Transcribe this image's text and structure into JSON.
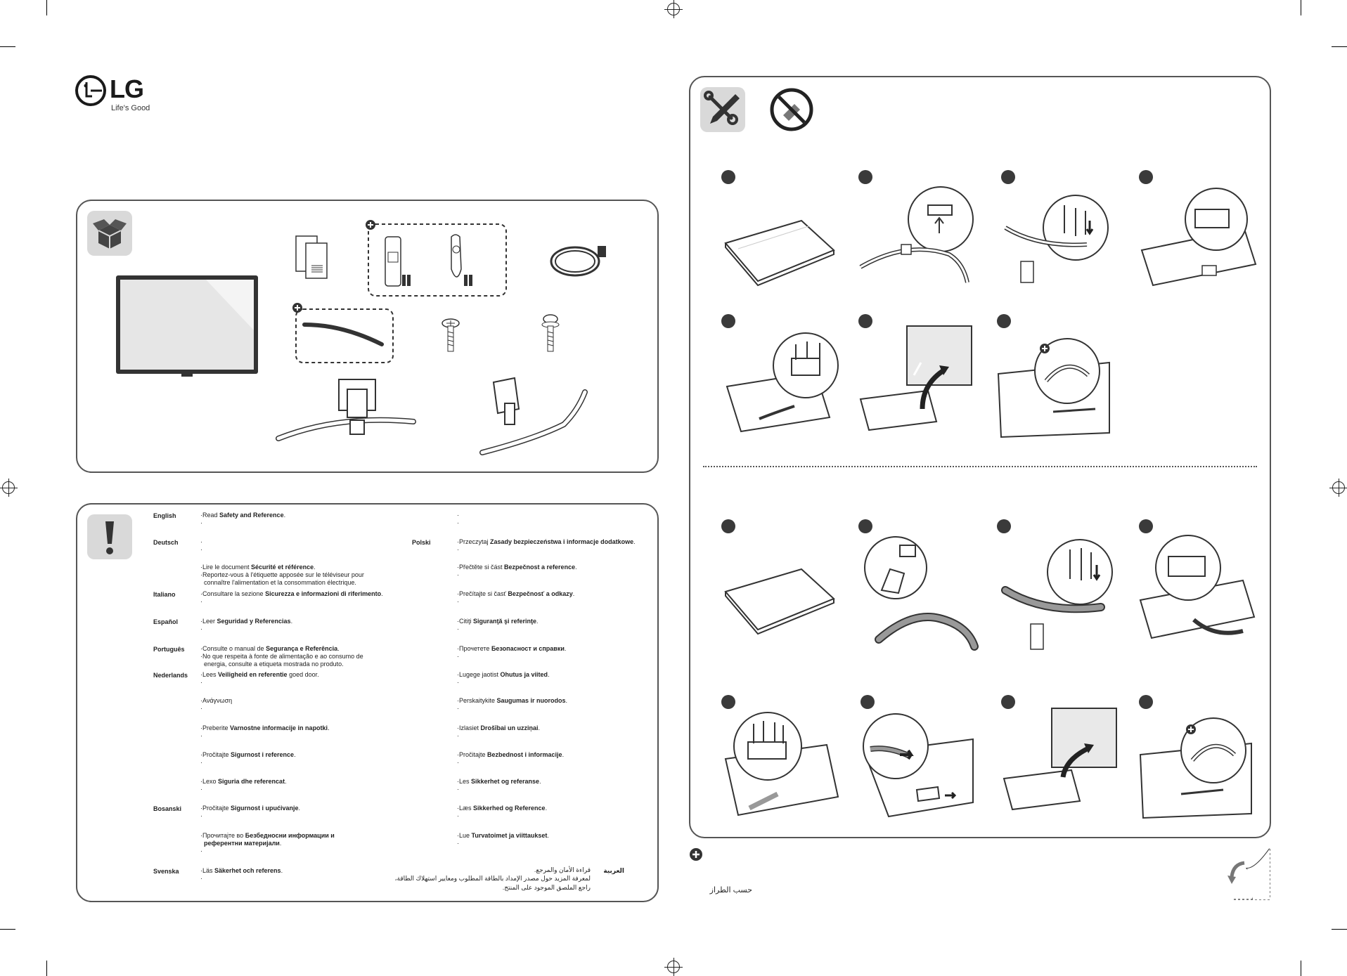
{
  "brand": {
    "name": "LG",
    "tagline": "Life's Good"
  },
  "icons": {
    "box": "box-unpack-icon",
    "warning": "exclamation-icon",
    "tools": "wrench-screwdriver-icon",
    "no_tool": "no-sharp-tool-icon",
    "plus": "plus-circle-icon",
    "page_turn": "page-turn-icon"
  },
  "assembly": {
    "section_a_steps": [
      "",
      "",
      "",
      "",
      "",
      "",
      ""
    ],
    "section_b_steps": [
      "",
      "",
      "",
      "",
      "",
      "",
      "",
      ""
    ]
  },
  "safety": {
    "left": [
      {
        "lang": "English",
        "lines": [
          [
            {
              "t": "Read "
            },
            {
              "t": "Safety and Reference",
              "b": true
            },
            {
              "t": "."
            }
          ],
          [
            {
              "t": ""
            }
          ]
        ]
      },
      {
        "lang": "Deutsch",
        "lines": [
          [
            {
              "t": ""
            }
          ],
          [
            {
              "t": ""
            }
          ]
        ]
      },
      {
        "lang": "",
        "lines": [
          [
            {
              "t": "Lire le document "
            },
            {
              "t": "Sécurité et référence",
              "b": true
            },
            {
              "t": "."
            }
          ],
          [
            {
              "t": "Reportez-vous à l'étiquette apposée sur le téléviseur pour"
            }
          ],
          [
            {
              "t": "connaître l'alimentation et la consommation électrique.",
              "indent": true
            }
          ]
        ]
      },
      {
        "lang": "Italiano",
        "lines": [
          [
            {
              "t": "Consultare la sezione "
            },
            {
              "t": "Sicurezza e informazioni di riferimento",
              "b": true
            },
            {
              "t": "."
            }
          ],
          [
            {
              "t": ""
            }
          ]
        ]
      },
      {
        "lang": "Español",
        "lines": [
          [
            {
              "t": "Leer "
            },
            {
              "t": "Seguridad y Referencias",
              "b": true
            },
            {
              "t": "."
            }
          ],
          [
            {
              "t": ""
            }
          ]
        ]
      },
      {
        "lang": "Português",
        "lines": [
          [
            {
              "t": "Consulte o manual de "
            },
            {
              "t": "Segurança e Referência",
              "b": true
            },
            {
              "t": "."
            }
          ],
          [
            {
              "t": "No que respeita à fonte de alimentação e ao consumo de"
            }
          ],
          [
            {
              "t": "energia, consulte a etiqueta mostrada no produto.",
              "indent": true
            }
          ]
        ]
      },
      {
        "lang": "Nederlands",
        "lines": [
          [
            {
              "t": "Lees "
            },
            {
              "t": "Veiligheid en referentie",
              "b": true
            },
            {
              "t": " goed door."
            }
          ],
          [
            {
              "t": ""
            }
          ]
        ]
      },
      {
        "lang": "",
        "lines": [
          [
            {
              "t": "Ανάγνωση"
            }
          ],
          [
            {
              "t": ""
            }
          ]
        ]
      },
      {
        "lang": "",
        "lines": [
          [
            {
              "t": "Preberite "
            },
            {
              "t": "Varnostne informacije in napotki",
              "b": true
            },
            {
              "t": "."
            }
          ],
          [
            {
              "t": ""
            }
          ]
        ]
      },
      {
        "lang": "",
        "lines": [
          [
            {
              "t": "Pročitajte "
            },
            {
              "t": "Sigurnost i reference",
              "b": true
            },
            {
              "t": "."
            }
          ],
          [
            {
              "t": ""
            }
          ]
        ]
      },
      {
        "lang": "",
        "lines": [
          [
            {
              "t": "Lexo "
            },
            {
              "t": "Siguria dhe referencat",
              "b": true
            },
            {
              "t": "."
            }
          ],
          [
            {
              "t": ""
            }
          ]
        ]
      },
      {
        "lang": "Bosanski",
        "lines": [
          [
            {
              "t": "Pročitajte "
            },
            {
              "t": "Sigurnost i upućivanje",
              "b": true
            },
            {
              "t": "."
            }
          ],
          [
            {
              "t": ""
            }
          ]
        ]
      },
      {
        "lang": "",
        "lines": [
          [
            {
              "t": "Прочитајте во "
            },
            {
              "t": "Безбедносни информации и",
              "b": true
            }
          ],
          [
            {
              "t": "референтни материјали",
              "b": true,
              "indent": true
            },
            {
              "t": "."
            }
          ],
          [
            {
              "t": ""
            }
          ]
        ]
      },
      {
        "lang": "Svenska",
        "lines": [
          [
            {
              "t": "Läs "
            },
            {
              "t": "Säkerhet och referens",
              "b": true
            },
            {
              "t": "."
            }
          ],
          [
            {
              "t": ""
            }
          ]
        ]
      }
    ],
    "right": [
      {
        "lang": "",
        "lines": [
          [
            {
              "t": ""
            }
          ],
          [
            {
              "t": ""
            }
          ]
        ]
      },
      {
        "lang": "Polski",
        "lines": [
          [
            {
              "t": "Przeczytaj "
            },
            {
              "t": "Zasady bezpieczeństwa i informacje dodatkowe",
              "b": true
            },
            {
              "t": "."
            }
          ],
          [
            {
              "t": ""
            }
          ]
        ]
      },
      {
        "lang": "",
        "lines": [
          [
            {
              "t": "Přečtěte si část "
            },
            {
              "t": "Bezpečnost a reference",
              "b": true
            },
            {
              "t": "."
            }
          ],
          [
            {
              "t": ""
            }
          ]
        ]
      },
      {
        "lang": "",
        "lines": [
          [
            {
              "t": "Prečítajte si časť "
            },
            {
              "t": "Bezpečnosť a odkazy",
              "b": true
            },
            {
              "t": "."
            }
          ],
          [
            {
              "t": ""
            }
          ]
        ]
      },
      {
        "lang": "",
        "lines": [
          [
            {
              "t": "Citiţi "
            },
            {
              "t": "Siguranţă şi referinţe",
              "b": true
            },
            {
              "t": "."
            }
          ],
          [
            {
              "t": ""
            }
          ]
        ]
      },
      {
        "lang": "",
        "lines": [
          [
            {
              "t": "Прочетете "
            },
            {
              "t": "Безопасност и справки",
              "b": true
            },
            {
              "t": "."
            }
          ],
          [
            {
              "t": ""
            }
          ]
        ]
      },
      {
        "lang": "",
        "lines": [
          [
            {
              "t": "Lugege jaotist "
            },
            {
              "t": "Ohutus ja viited",
              "b": true
            },
            {
              "t": "."
            }
          ],
          [
            {
              "t": ""
            }
          ]
        ]
      },
      {
        "lang": "",
        "lines": [
          [
            {
              "t": "Perskaitykite "
            },
            {
              "t": "Saugumas ir nuorodos",
              "b": true
            },
            {
              "t": "."
            }
          ],
          [
            {
              "t": ""
            }
          ]
        ]
      },
      {
        "lang": "",
        "lines": [
          [
            {
              "t": "Izlasiet "
            },
            {
              "t": "Drošībai un uzziņai",
              "b": true
            },
            {
              "t": "."
            }
          ],
          [
            {
              "t": ""
            }
          ]
        ]
      },
      {
        "lang": "",
        "lines": [
          [
            {
              "t": "Pročitajte "
            },
            {
              "t": "Bezbednost i informacije",
              "b": true
            },
            {
              "t": "."
            }
          ],
          [
            {
              "t": ""
            }
          ]
        ]
      },
      {
        "lang": "",
        "lines": [
          [
            {
              "t": "Les "
            },
            {
              "t": "Sikkerhet og referanse",
              "b": true
            },
            {
              "t": "."
            }
          ],
          [
            {
              "t": ""
            }
          ]
        ]
      },
      {
        "lang": "",
        "lines": [
          [
            {
              "t": "Læs "
            },
            {
              "t": "Sikkerhed og Reference",
              "b": true
            },
            {
              "t": "."
            }
          ],
          [
            {
              "t": ""
            }
          ]
        ]
      },
      {
        "lang": "",
        "lines": [
          [
            {
              "t": "Lue "
            },
            {
              "t": "Turvatoimet ja viittaukset",
              "b": true
            },
            {
              "t": "."
            }
          ],
          [
            {
              "t": ""
            }
          ]
        ]
      }
    ],
    "arabic": {
      "lang": "العربية",
      "lines": [
        "قراءة الأمان والمرجع.",
        "لمعرفة المزيد حول مصدر الإمداد بالطاقة المطلوب ومعايير استهلاك الطاقة،",
        "راجع الملصق الموجود على المنتج."
      ]
    }
  },
  "footnote": {
    "arabic": "حسب الطراز"
  }
}
